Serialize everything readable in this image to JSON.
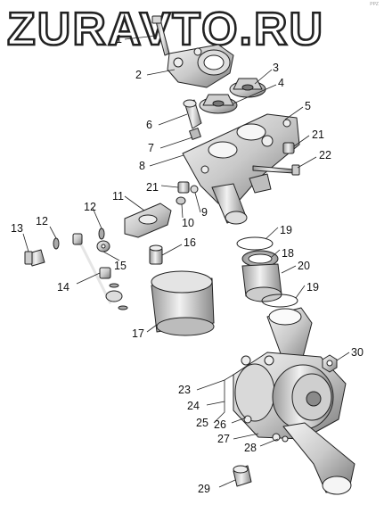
{
  "watermark": {
    "text": "ZURAVTO.RU"
  },
  "corner_mark": "PPZ",
  "callouts": [
    {
      "id": "c1",
      "text": "1"
    },
    {
      "id": "c2",
      "text": "2"
    },
    {
      "id": "c3",
      "text": "3"
    },
    {
      "id": "c4",
      "text": "4"
    },
    {
      "id": "c5",
      "text": "5"
    },
    {
      "id": "c6",
      "text": "6"
    },
    {
      "id": "c7",
      "text": "7"
    },
    {
      "id": "c8",
      "text": "8"
    },
    {
      "id": "c9",
      "text": "9"
    },
    {
      "id": "c10",
      "text": "10"
    },
    {
      "id": "c11",
      "text": "11"
    },
    {
      "id": "c12a",
      "text": "12"
    },
    {
      "id": "c12b",
      "text": "12"
    },
    {
      "id": "c13",
      "text": "13"
    },
    {
      "id": "c14",
      "text": "14"
    },
    {
      "id": "c15",
      "text": "15"
    },
    {
      "id": "c16",
      "text": "16"
    },
    {
      "id": "c17",
      "text": "17"
    },
    {
      "id": "c18",
      "text": "18"
    },
    {
      "id": "c19a",
      "text": "19"
    },
    {
      "id": "c19b",
      "text": "19"
    },
    {
      "id": "c20",
      "text": "20"
    },
    {
      "id": "c21a",
      "text": "21"
    },
    {
      "id": "c21b",
      "text": "21"
    },
    {
      "id": "c22",
      "text": "22"
    },
    {
      "id": "c23",
      "text": "23"
    },
    {
      "id": "c24",
      "text": "24"
    },
    {
      "id": "c25",
      "text": "25"
    },
    {
      "id": "c26",
      "text": "26"
    },
    {
      "id": "c27",
      "text": "27"
    },
    {
      "id": "c28",
      "text": "28"
    },
    {
      "id": "c29",
      "text": "29"
    },
    {
      "id": "c30",
      "text": "30"
    }
  ]
}
